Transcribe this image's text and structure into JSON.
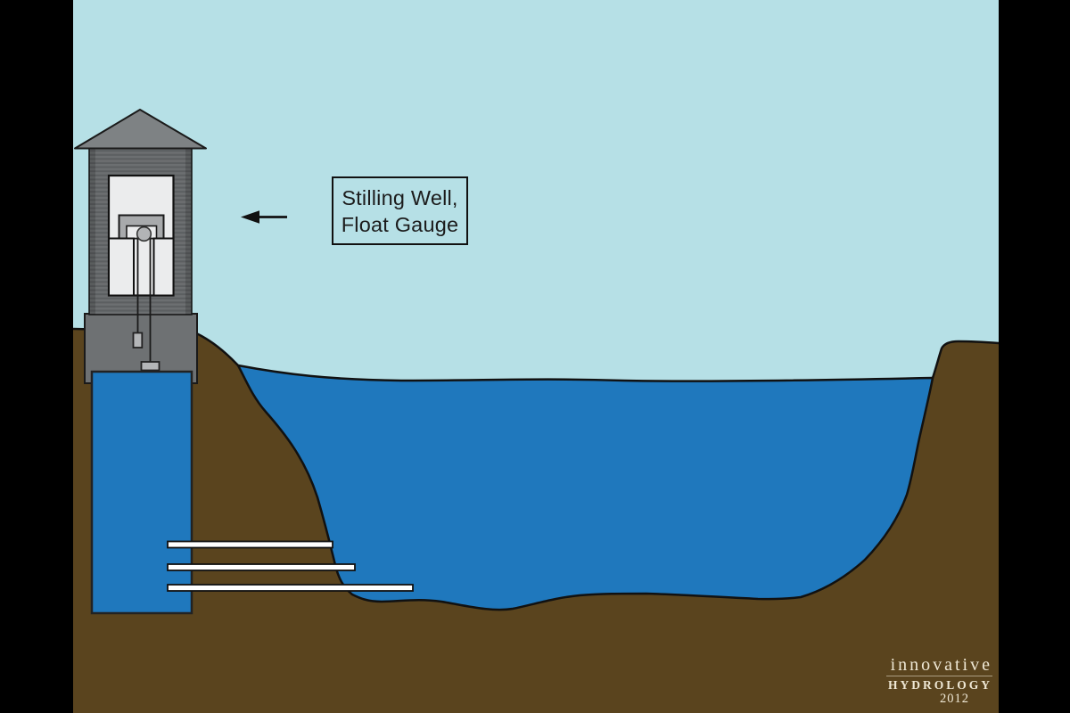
{
  "diagram": {
    "label_box": {
      "line1": "Stilling Well,",
      "line2": "Float Gauge"
    },
    "watermark": {
      "brand_line1": "innovative",
      "brand_line2": "HYDROLOGY",
      "year": "2012"
    },
    "colors": {
      "letterbox": "#000000",
      "sky": "#b6e0e6",
      "water": "#1f78bd",
      "earth": "#5a441e",
      "well_casing": "#6c6f71",
      "well_base": "#6e7173",
      "roof": "#7e8284",
      "shelter_interior": "#ebeced",
      "gauge_hardware": "#b4b6b8",
      "intake_pipe": "#ffffff",
      "outline": "#111111",
      "watermark_text": "#efe8d5"
    }
  }
}
